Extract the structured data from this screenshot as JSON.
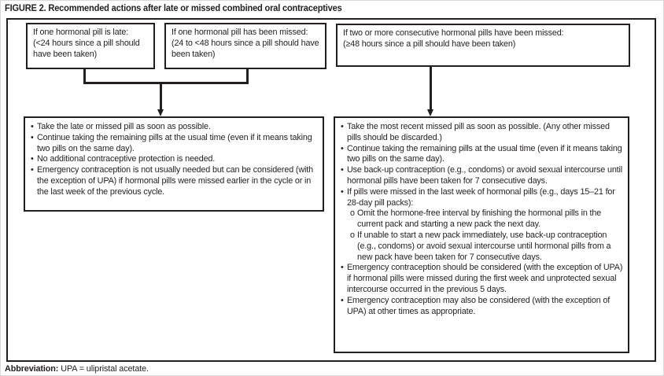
{
  "figure": {
    "title": "FIGURE 2. Recommended actions after late or missed combined oral contraceptives",
    "footnote": {
      "label": "Abbreviation:",
      "text": "UPA = ulipristal acetate."
    }
  },
  "markers": {
    "bullet": "•",
    "sub_bullet": "o"
  },
  "colors": {
    "ink": "#231f20",
    "background": "#ffffff"
  },
  "conditions": [
    {
      "condition": "If one hormonal pill is late:",
      "timing": "(<24 hours since a pill should have been taken)"
    },
    {
      "condition": "If one hormonal pill has been missed:",
      "timing": "(24 to <48 hours since a pill should have been taken)"
    },
    {
      "condition": "If two or more consecutive hormonal pills have been missed:",
      "timing": "(≥48 hours since a pill should have been taken)"
    }
  ],
  "actions_late_or_single_missed": {
    "items": [
      {
        "text": "Take the late or missed pill as soon as possible."
      },
      {
        "text": "Continue taking the remaining pills at the usual time (even if it means taking two pills on the same day)."
      },
      {
        "text": "No additional contraceptive protection is needed."
      },
      {
        "text": "Emergency contraception is not usually needed but can be considered (with the exception of UPA) if hormonal pills were missed earlier in the cycle or in the last week of the previous cycle."
      }
    ]
  },
  "actions_two_or_more_missed": {
    "items": [
      {
        "text": "Take the most recent missed pill as soon as possible. (Any other missed pills should be discarded.)"
      },
      {
        "text": "Continue taking the remaining pills at the usual time (even if it means taking two pills on the same day)."
      },
      {
        "text": "Use back-up contraception (e.g., condoms) or avoid sexual intercourse until hormonal pills have been taken for 7 consecutive days."
      },
      {
        "text": "If pills were missed in the last week of hormonal pills (e.g., days 15–21 for 28-day pill packs):",
        "subitems": [
          "Omit the hormone-free interval by finishing the hormonal pills in the current pack and starting a new pack the next day.",
          "If unable to start a new pack immediately, use back-up contraception (e.g., condoms) or avoid sexual intercourse until hormonal pills from a new pack have been taken for 7 consecutive days."
        ]
      },
      {
        "text": "Emergency contraception should be considered (with the exception of UPA) if hormonal pills were missed during the first week and unprotected sexual intercourse occurred in the previous 5 days."
      },
      {
        "text": "Emergency contraception may also be considered (with the exception of UPA) at other times as appropriate."
      }
    ]
  }
}
